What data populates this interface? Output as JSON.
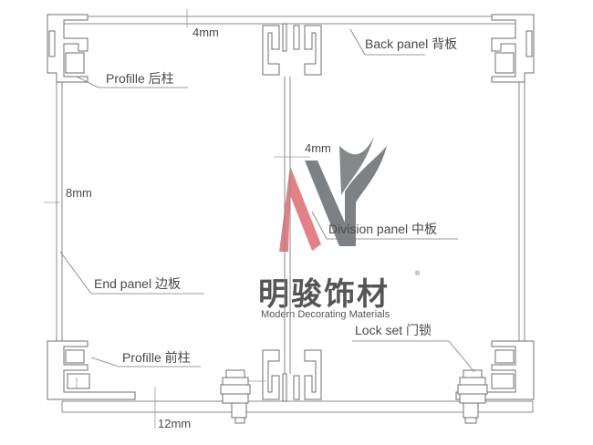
{
  "labels": {
    "back_panel": "Back panel 背板",
    "profile_rear": "Profille 后柱",
    "division_panel": "Division panel 中板",
    "end_panel": "End panel 边板",
    "profile_front": "Profille 前柱",
    "lock_set": "Lock set 门锁"
  },
  "dimensions": {
    "top_gap": "4mm",
    "division_gap": "4mm",
    "side_gap": "8mm",
    "bottom_gap": "12mm"
  },
  "logo": {
    "chinese": "明骏饰材",
    "english": "Modern Decorating Materials",
    "registered": "®",
    "colors": {
      "red": "#e0737b",
      "gray": "#6f7377"
    }
  }
}
